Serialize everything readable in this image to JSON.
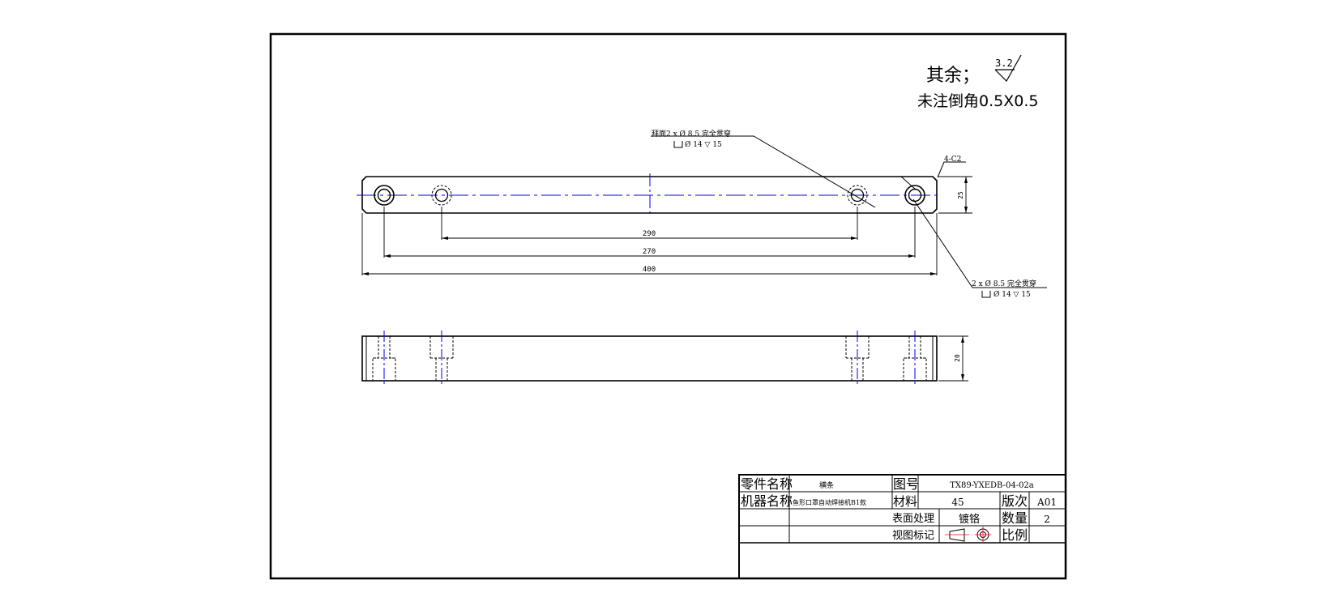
{
  "colors": {
    "line": "#000000",
    "center": "#0000ff",
    "background": "#ffffff"
  },
  "notes": {
    "roughness_prefix": "其余；",
    "roughness_value": "3.2",
    "chamfer_note": "未注倒角0.5X0.5"
  },
  "callouts": {
    "top_line1": "拜面2 x Ø 8.5 完全贯穿",
    "top_line2": "Ø 14 ▽ 15",
    "bottom_line1": "2 x Ø 8.5 完全贯穿",
    "bottom_line2": "Ø 14 ▽ 15",
    "chamfer": "4-C2"
  },
  "dimensions": {
    "d290": "290",
    "d270": "270",
    "d400": "400",
    "d25": "25",
    "d20": "20"
  },
  "title_block": {
    "part_name_label": "零件名称",
    "part_name_value": "横条",
    "drawing_no_label": "图号",
    "drawing_no_value": "TX89-YXEDB-04-02a",
    "machine_name_label": "机器名称",
    "machine_name_value": "鱼形口罩自动焊接机B1款",
    "material_label": "材料",
    "material_value": "45",
    "revision_label": "版次",
    "revision_value": "A01",
    "surface_label": "表面处理",
    "surface_value": "镀铬",
    "quantity_label": "数量",
    "quantity_value": "2",
    "view_label": "视图标记",
    "scale_label": "比例",
    "scale_value": ""
  }
}
